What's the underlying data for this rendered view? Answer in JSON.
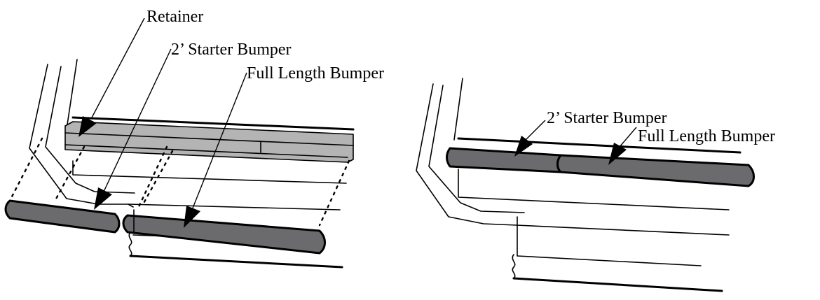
{
  "labels": {
    "retainer": "Retainer",
    "left_starter": "2’ Starter Bumper",
    "left_full": "Full Length Bumper",
    "right_starter": "2’ Starter Bumper",
    "right_full": "Full Length Bumper"
  },
  "colors": {
    "bumper": "#6b6b6e",
    "retainer": "#b4b4b4",
    "arrow": "#000000",
    "line": "#000000"
  }
}
